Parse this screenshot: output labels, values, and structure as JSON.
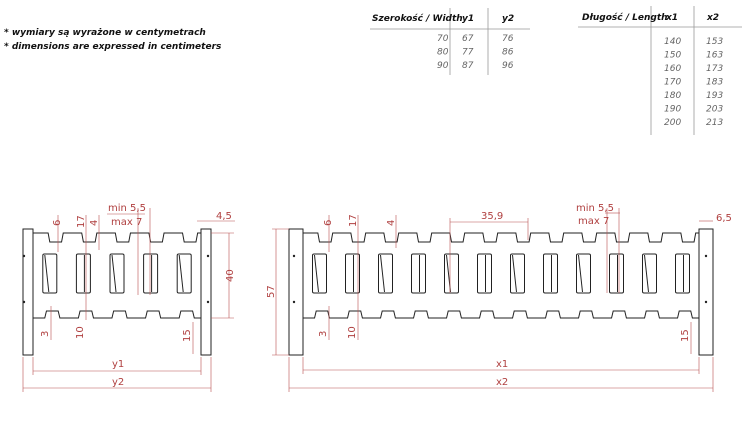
{
  "notes": [
    "* wymiary są wyrażone w centymetrach",
    "* dimensions are expressed in centimeters"
  ],
  "width_table": {
    "headers": [
      "Szerokość / Width",
      "y1",
      "y2"
    ],
    "rows": [
      [
        "70",
        "67",
        "76"
      ],
      [
        "80",
        "77",
        "86"
      ],
      [
        "90",
        "87",
        "96"
      ]
    ]
  },
  "length_table": {
    "headers": [
      "Długość / Length",
      "x1",
      "x2"
    ],
    "rows": [
      [
        "140",
        "153"
      ],
      [
        "150",
        "163"
      ],
      [
        "160",
        "173"
      ],
      [
        "170",
        "183"
      ],
      [
        "180",
        "193"
      ],
      [
        "190",
        "203"
      ],
      [
        "200",
        "213"
      ]
    ]
  },
  "small_drawing": {
    "dims": {
      "d6": "6",
      "d17": "17",
      "d4": "4",
      "min": "min 5,5",
      "max": "max 7",
      "end": "4,5",
      "d40": "40",
      "d3": "3",
      "d10": "10",
      "d15": "15",
      "y1": "y1",
      "y2": "y2"
    }
  },
  "large_drawing": {
    "dims": {
      "d6": "6",
      "d17": "17",
      "d4": "4",
      "d359": "35,9",
      "min": "min 5,5",
      "max": "max 7",
      "end": "6,5",
      "d57": "57",
      "d3": "3",
      "d10": "10",
      "d15": "15",
      "x1": "x1",
      "x2": "x2"
    }
  }
}
